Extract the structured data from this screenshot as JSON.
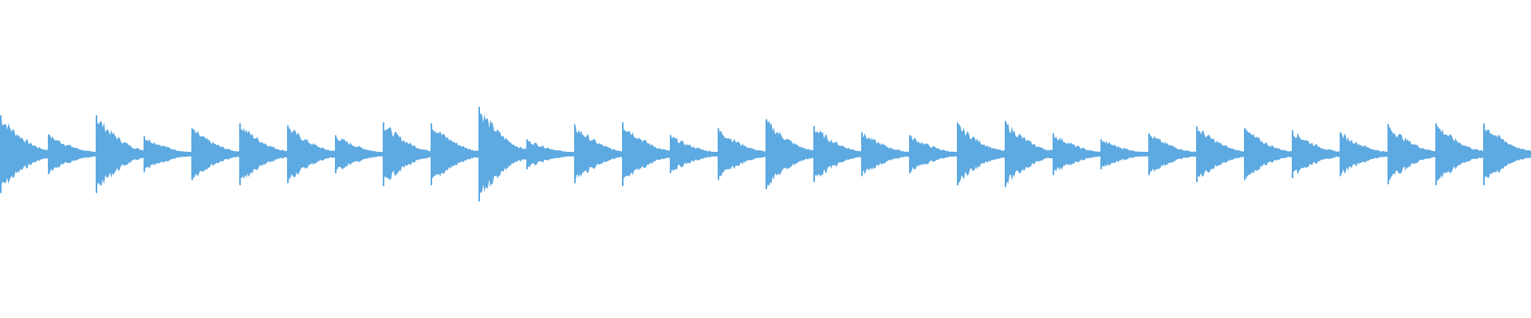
{
  "waveform": {
    "color": "#5DA9E1",
    "background": "#FFFFFF",
    "beat_count": 32,
    "beat_amplitudes": [
      0.78,
      0.4,
      0.78,
      0.36,
      0.52,
      0.62,
      0.58,
      0.38,
      0.64,
      0.62,
      0.95,
      0.3,
      0.58,
      0.64,
      0.38,
      0.52,
      0.7,
      0.56,
      0.44,
      0.38,
      0.62,
      0.66,
      0.42,
      0.3,
      0.42,
      0.56,
      0.52,
      0.48,
      0.44,
      0.6,
      0.62,
      0.62
    ]
  }
}
